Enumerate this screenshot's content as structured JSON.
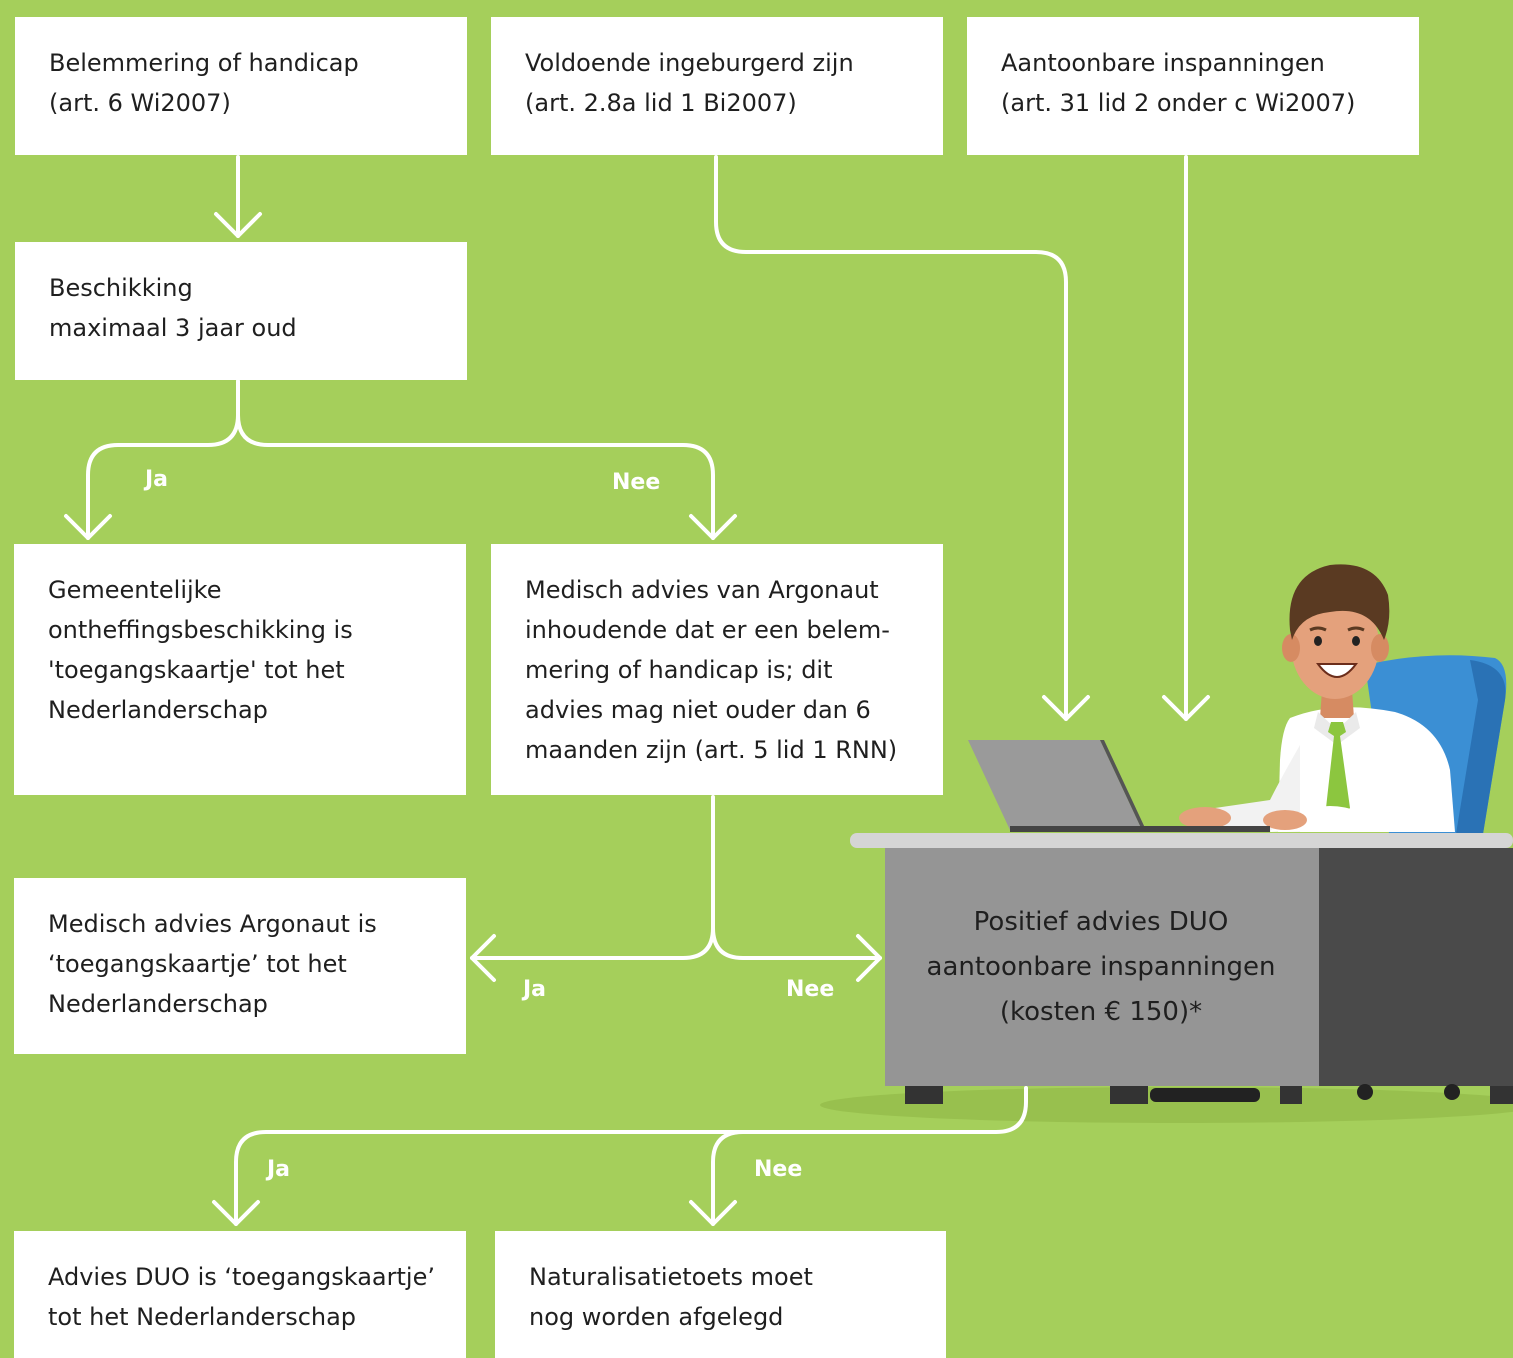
{
  "boxes": {
    "belemmering": [
      "Belemmering of handicap",
      "(art. 6 Wi2007)"
    ],
    "ingeburgerd": [
      "Voldoende ingeburgerd zijn",
      "(art. 2.8a lid 1 Bi2007)"
    ],
    "aantoonbare": [
      "Aantoonbare inspanningen",
      "(art. 31 lid 2 onder c Wi2007)"
    ],
    "beschikking": [
      "Beschikking",
      "maximaal 3 jaar oud"
    ],
    "gemeentelijke": [
      "Gemeentelijke",
      "ontheffingsbeschikking is",
      "'toegangskaartje' tot het",
      "Nederlanderschap"
    ],
    "medisch_advies": [
      "Medisch advies van Argonaut",
      "inhoudende dat er een belem-",
      "mering of handicap is; dit",
      "advies mag niet ouder dan 6",
      "maanden zijn (art. 5 lid 1 RNN)"
    ],
    "medisch_toegang": [
      "Medisch advies Argonaut is",
      "‘toegangskaartje’ tot het",
      "Nederlanderschap"
    ],
    "advies_duo": [
      "Advies DUO is ‘toegangskaartje’",
      "tot het Nederlanderschap"
    ],
    "naturalisatietoets": [
      "Naturalisatietoets moet",
      "nog worden afgelegd"
    ]
  },
  "desk": {
    "lines": [
      "Positief advies DUO",
      "aantoonbare inspanningen",
      "(kosten € 150)*"
    ]
  },
  "labels": {
    "ja_1": "Ja",
    "nee_1": "Nee",
    "ja_2": "Ja",
    "nee_2": "Nee",
    "ja_3": "Ja",
    "nee_3": "Nee"
  },
  "colors": {
    "background": "#a5cf5b",
    "box": "#ffffff",
    "arrow": "#ffffff",
    "desk_light": "#959595",
    "desk_dark": "#4a4a4a",
    "tie": "#8cc63f",
    "chair": "#3b8fd4"
  }
}
